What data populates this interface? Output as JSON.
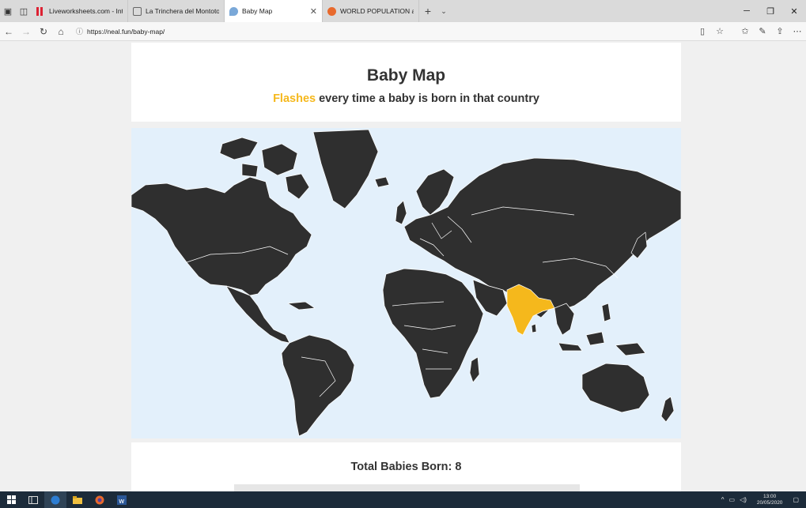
{
  "browser": {
    "tabs": [
      {
        "title": "Liveworksheets.com - Intera",
        "favicon": "liveworksheets-icon",
        "active": false
      },
      {
        "title": "La Trinchera del Montoto - I",
        "favicon": "trinchera-icon",
        "active": false
      },
      {
        "title": "Baby Map",
        "favicon": "babymap-icon",
        "active": true
      },
      {
        "title": "WORLD POPULATION at DL",
        "favicon": "worldpop-icon",
        "active": false
      }
    ],
    "new_tab": "+",
    "tab_list": "⌄",
    "url": "https://neal.fun/baby-map/"
  },
  "page": {
    "title": "Baby Map",
    "subtitle_highlight": "Flashes",
    "subtitle_rest": " every time a baby is born in that country",
    "total_label": "Total Babies Born: 8"
  },
  "map": {
    "highlighted_country": "India",
    "colors": {
      "ocean": "#e3f0fb",
      "land": "#2f2f2f",
      "border": "#ffffff",
      "highlight": "#f5b81c"
    }
  },
  "taskbar": {
    "time": "13:00",
    "date": "20/05/2020"
  }
}
